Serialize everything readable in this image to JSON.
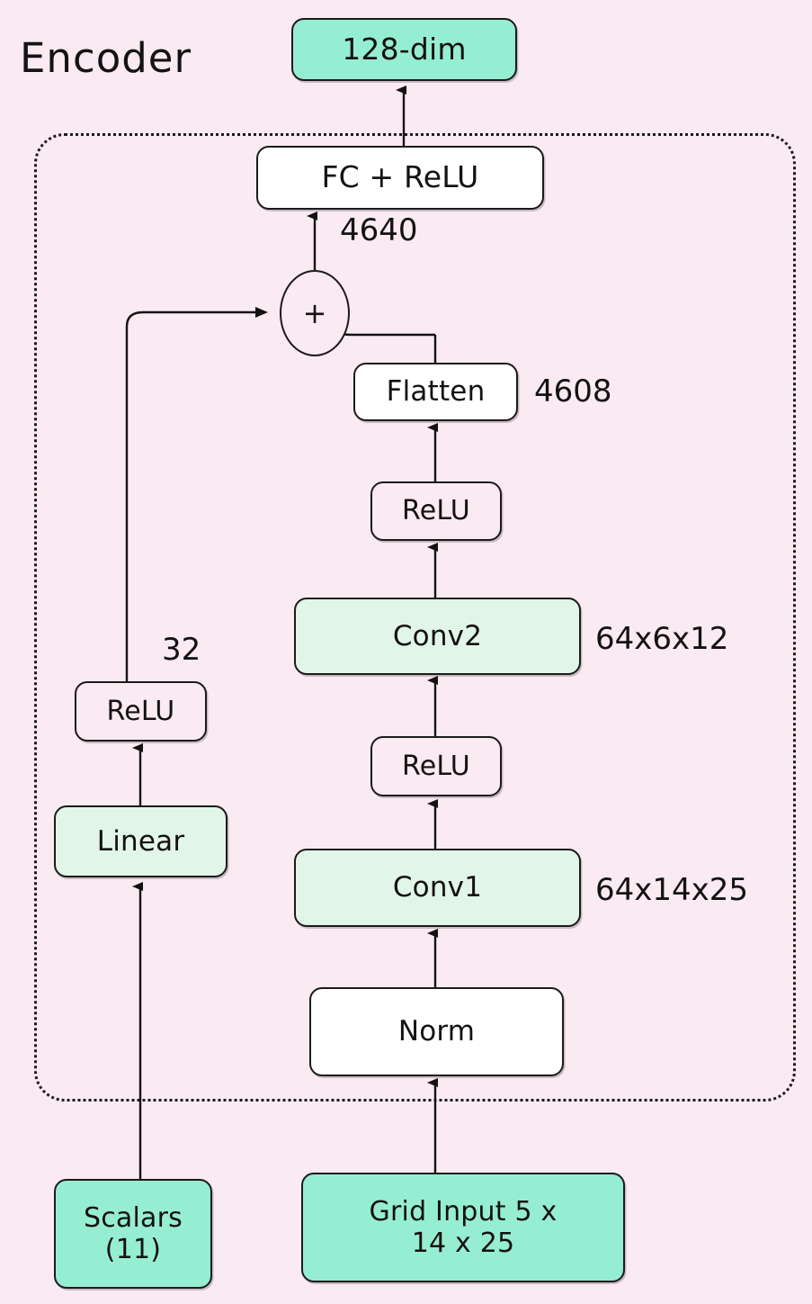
{
  "diagram": {
    "title": "Encoder",
    "background_color": "#faeaf2",
    "colors": {
      "teal": "#96eed2",
      "mint": "#e2f5e9",
      "white": "#ffffff",
      "stroke": "#1c1a1b"
    },
    "nodes": {
      "output": {
        "label": "128-dim",
        "fill": "teal"
      },
      "fc_relu": {
        "label": "FC + ReLU",
        "fill": "white"
      },
      "add": {
        "label": "+",
        "fill": "bg"
      },
      "flatten": {
        "label": "Flatten",
        "fill": "white"
      },
      "relu_after_conv2": {
        "label": "ReLU",
        "fill": "bg"
      },
      "conv2": {
        "label": "Conv2",
        "fill": "mint"
      },
      "relu_after_conv1": {
        "label": "ReLU",
        "fill": "bg"
      },
      "conv1": {
        "label": "Conv1",
        "fill": "mint"
      },
      "norm": {
        "label": "Norm",
        "fill": "white"
      },
      "grid_input": {
        "label": "Grid Input  5 x 14 x 25",
        "line1": "Grid Input  5 x",
        "line2": "14 x 25",
        "fill": "teal"
      },
      "scalars": {
        "label": "Scalars (11)",
        "line1": "Scalars",
        "line2": "(11)",
        "fill": "teal"
      },
      "linear": {
        "label": "Linear",
        "fill": "mint"
      },
      "relu_after_linear": {
        "label": "ReLU",
        "fill": "bg"
      }
    },
    "edge_labels": {
      "fc_input_dim": "4640",
      "flatten_output_dim": "4608",
      "conv2_shape": "64x6x12",
      "conv1_shape": "64x14x25",
      "scalar_branch_dim": "32"
    }
  }
}
